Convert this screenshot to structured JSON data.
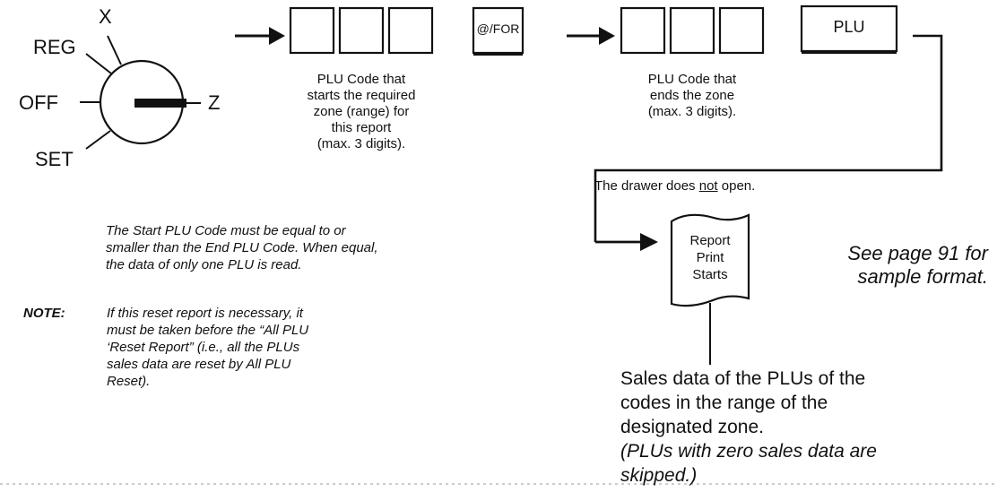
{
  "mode_switch": {
    "positions": [
      "X",
      "REG",
      "OFF",
      "SET",
      "Z"
    ],
    "selected": "Z"
  },
  "keys": {
    "function_key": "@/FOR",
    "end_key": "PLU"
  },
  "captions": {
    "start_code": [
      "PLU Code that",
      "starts the required",
      "zone (range) for",
      "this report",
      "(max. 3 digits)."
    ],
    "end_code": [
      "PLU Code that",
      "ends the zone",
      "(max. 3 digits)."
    ]
  },
  "drawer": {
    "prefix": "The drawer does ",
    "emphasis": "not",
    "suffix": " open."
  },
  "report_slip": [
    "Report",
    "Print",
    "Starts"
  ],
  "sample_ref": [
    "See page 91 for",
    "sample format."
  ],
  "rule_text": [
    "The Start PLU Code must be equal to or",
    "smaller than the End PLU Code.  When equal,",
    "the data of only one PLU is read."
  ],
  "note": {
    "label": "NOTE:",
    "lines": [
      "If this reset report is necessary, it",
      "must be taken before the “All PLU",
      "‘Reset Report” (i.e., all the PLUs",
      "sales data are reset by All PLU",
      "Reset)."
    ]
  },
  "sales_text": [
    "Sales data of the PLUs of the",
    "codes in the range of the",
    "designated zone."
  ],
  "skip_text": [
    "(PLUs with zero sales data are",
    "skipped.)"
  ]
}
